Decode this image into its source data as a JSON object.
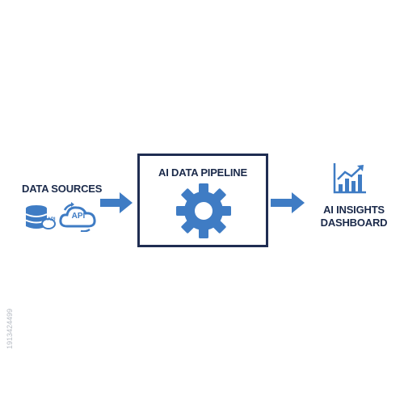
{
  "diagram": {
    "sources": {
      "label": "DATA SOURCES",
      "icons": [
        "database-icon",
        "cloud-api-icon"
      ],
      "api_badge": "API",
      "cloud_api_text": "API"
    },
    "pipeline": {
      "label": "AI DATA PIPELINE",
      "icon": "gear-icon"
    },
    "dashboard": {
      "label_line1": "AI INSIGHTS",
      "label_line2": "DASHBOARD",
      "icon": "bar-chart-icon"
    },
    "connectors": [
      "arrow-right-icon",
      "arrow-right-icon"
    ],
    "colors": {
      "accent": "#3f7cc4",
      "frame": "#1f2d52",
      "text": "#1b2a4a"
    }
  },
  "watermark": {
    "stock_id": "1913424499"
  }
}
